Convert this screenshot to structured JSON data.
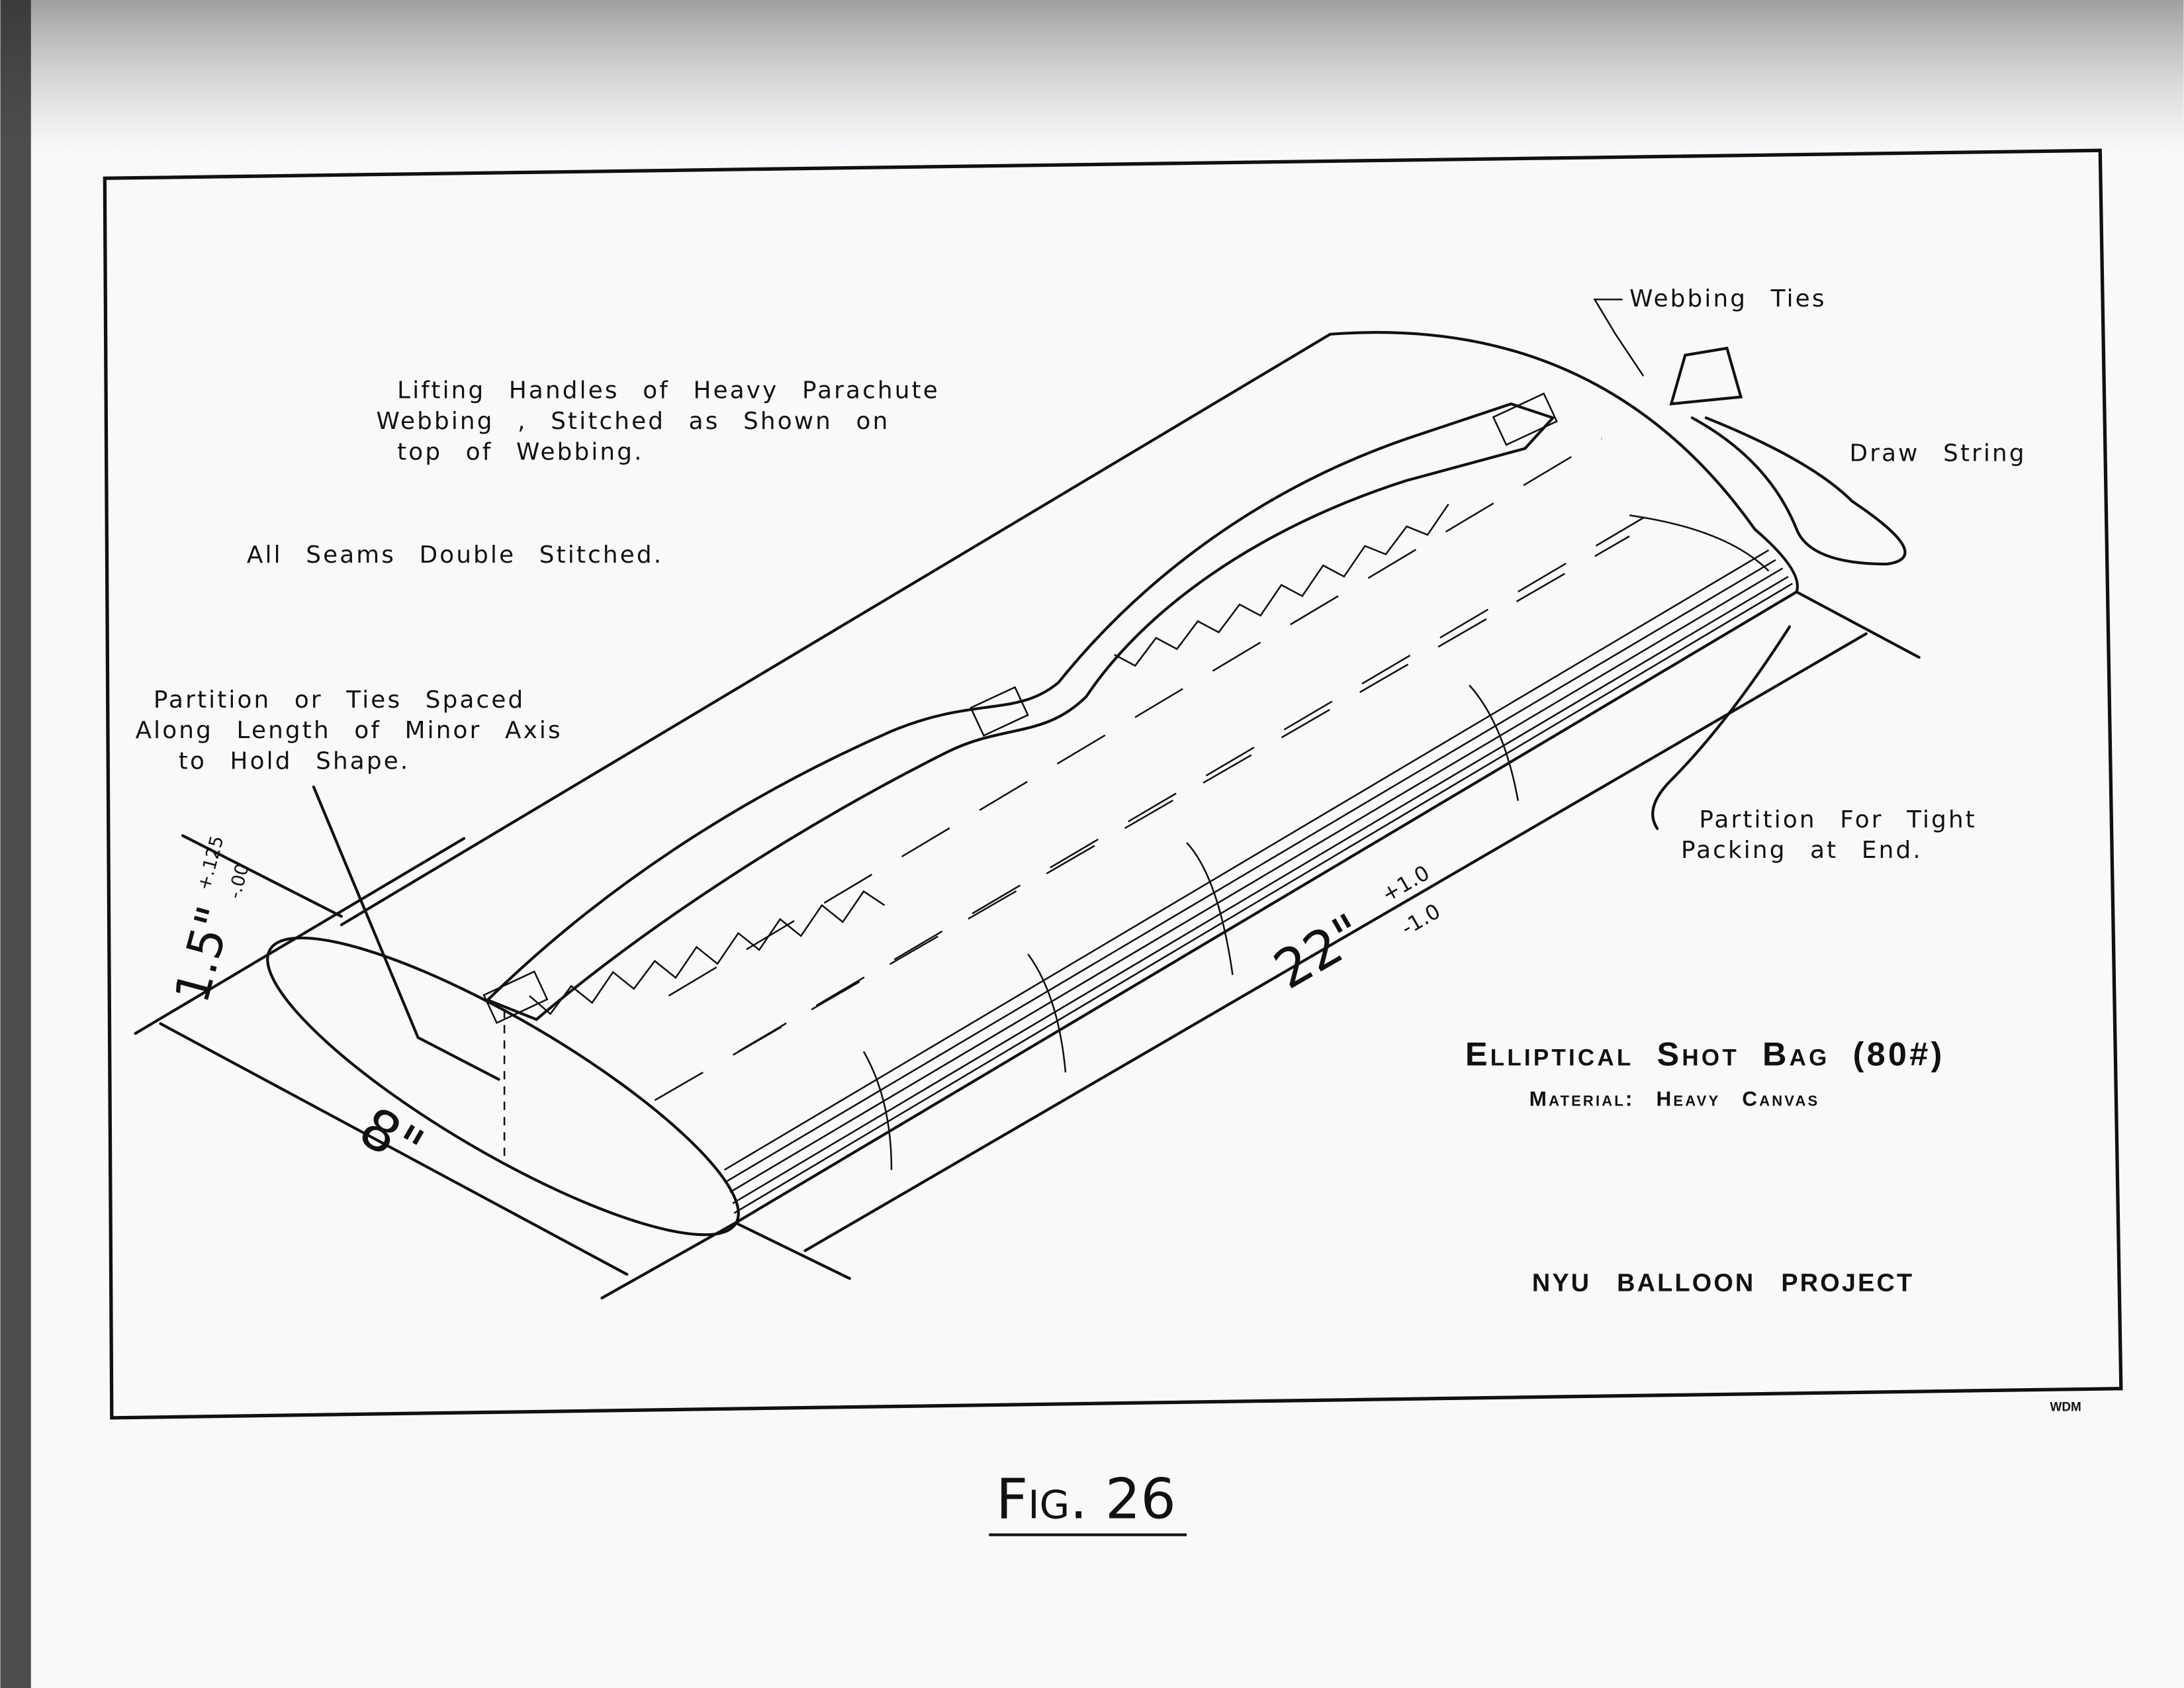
{
  "figure": {
    "caption": "Fig. 26",
    "initials": "WDM"
  },
  "title": {
    "main": "Elliptical Shot Bag (80#)",
    "material": "Material: Heavy Canvas",
    "project": "NYU BALLOON PROJECT"
  },
  "notes": {
    "handles": [
      "Lifting Handles of Heavy Parachute",
      "Webbing , Stitched as Shown on",
      "top of Webbing."
    ],
    "seams": "All Seams Double Stitched.",
    "partition": [
      "Partition or Ties Spaced",
      "Along Length of Minor Axis",
      "to Hold Shape."
    ],
    "webbing_ties": "Webbing Ties",
    "draw_string": "Draw String",
    "end_partition": [
      "Partition For Tight",
      "Packing at End."
    ]
  },
  "dimensions": {
    "height": "1.5\"",
    "height_tol_plus": "+.125",
    "height_tol_minus": "-.00",
    "width": "8\"",
    "length": "22\"",
    "length_tol_plus": "+1.0",
    "length_tol_minus": "-1.0"
  }
}
